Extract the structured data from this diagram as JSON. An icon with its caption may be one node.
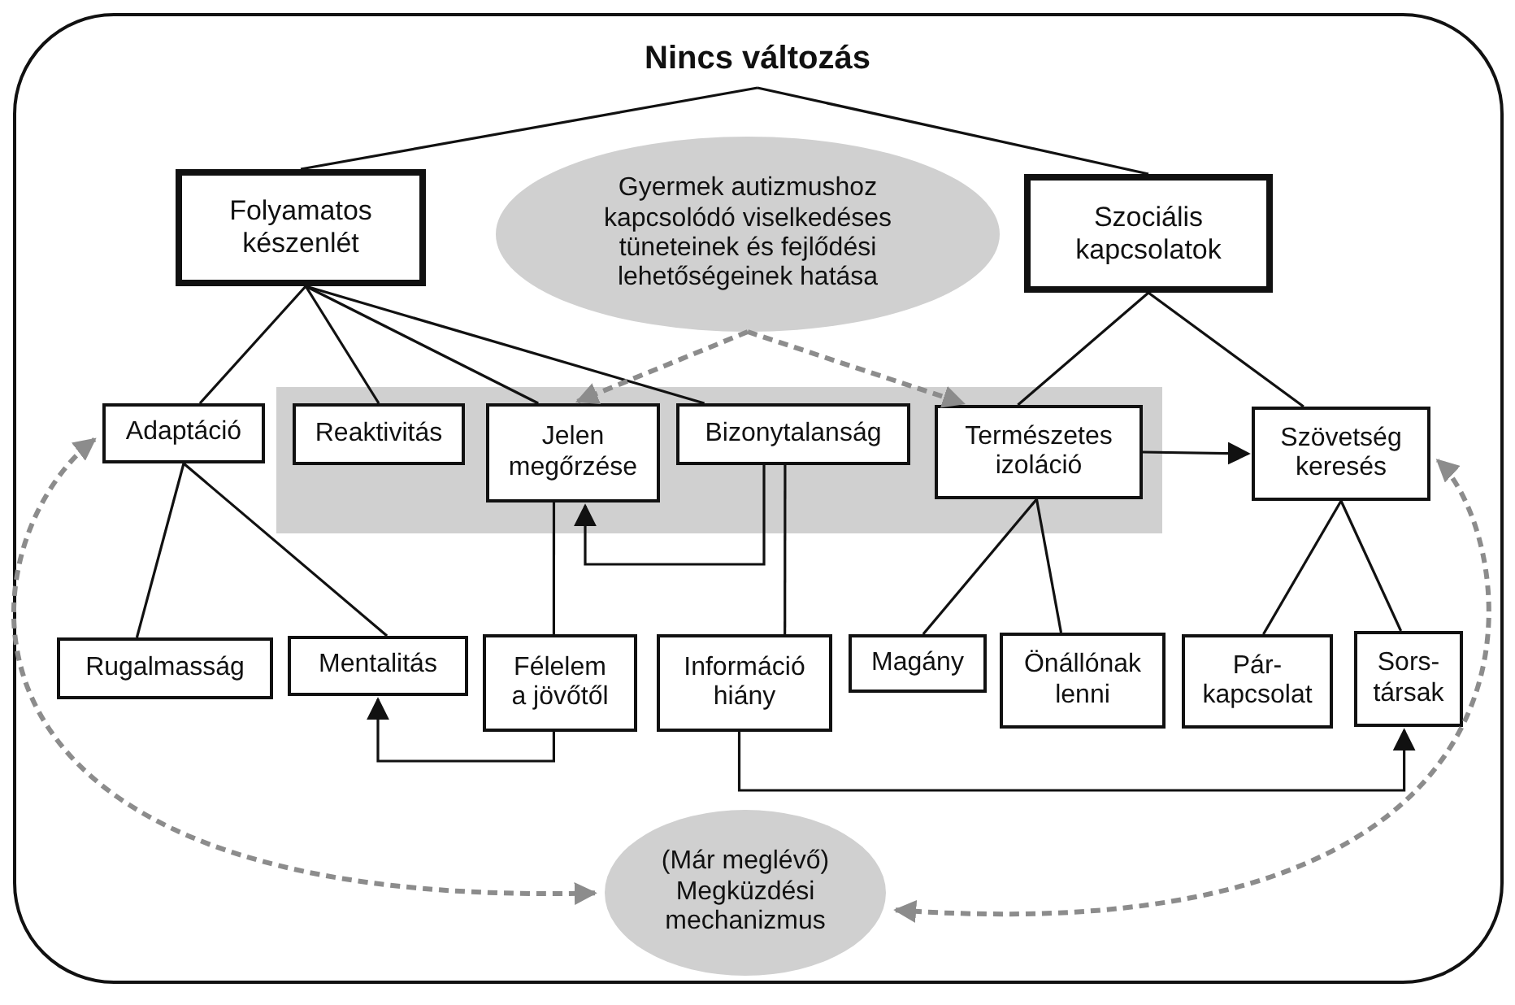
{
  "diagram": {
    "nodes": [
      {
        "text": [],
        "shape": "box"
      },
      {
        "text": [
          "Nincs változás"
        ],
        "in": 0
      },
      {
        "text": [
          "Folyamatos készenlét"
        ],
        "in": 0
      },
      {
        "text": [
          "Gyermek autizmushoz kapcsolódó viselkedéses tüneteinek és fejlődési lehetőségeinek hatása"
        ],
        "in": 0
      },
      {
        "text": [
          "Szociális kapcsolatok"
        ],
        "in": 0
      },
      {
        "text": [],
        "shape": "band",
        "in": 0
      },
      {
        "text": [
          "Adaptáció"
        ],
        "in": 0
      },
      {
        "text": [
          "Reaktivitás"
        ],
        "in": 5
      },
      {
        "text": [
          "Jelen megőrzése"
        ],
        "in": 5
      },
      {
        "text": [
          "Bizonytalanság"
        ],
        "in": 5
      },
      {
        "text": [
          "Természetes izoláció"
        ],
        "in": 5
      },
      {
        "text": [
          "Szövetség keresés"
        ],
        "in": 0
      },
      {
        "text": [
          "Rugalmasság"
        ],
        "in": 0
      },
      {
        "text": [
          "Mentalitás"
        ],
        "in": 0
      },
      {
        "text": [
          "Félelem a jövőtől"
        ],
        "in": 0
      },
      {
        "text": [
          "Információ hiány"
        ],
        "in": 0
      },
      {
        "text": [
          "Magány"
        ],
        "in": 0
      },
      {
        "text": [
          "Önállónak lenni"
        ],
        "in": 0
      },
      {
        "text": [
          "Pár-kapcsolat"
        ],
        "in": 0
      },
      {
        "text": [
          "Sors-társak"
        ],
        "in": 0
      },
      {
        "text": [
          "(Már meglévő) Megküzdési mechanizmus"
        ],
        "in": 0
      }
    ],
    "edges": [
      {
        "from": 1,
        "to": 2,
        "arrow": "none"
      },
      {
        "from": 1,
        "to": 4,
        "arrow": "none"
      },
      {
        "from": 2,
        "to": 6,
        "arrow": "none"
      },
      {
        "from": 2,
        "to": 7,
        "arrow": "none"
      },
      {
        "from": 2,
        "to": 8,
        "arrow": "none"
      },
      {
        "from": 2,
        "to": 9,
        "arrow": "none"
      },
      {
        "from": 4,
        "to": 10,
        "arrow": "none"
      },
      {
        "from": 4,
        "to": 11,
        "arrow": "none"
      },
      {
        "from": 3,
        "to": 8,
        "arrow": "to",
        "style": "dashed",
        "color": "#8c8c8c"
      },
      {
        "from": 3,
        "to": 10,
        "arrow": "to",
        "style": "dashed",
        "color": "#8c8c8c"
      },
      {
        "from": 10,
        "to": 11,
        "arrow": "to"
      },
      {
        "from": 6,
        "to": 12,
        "arrow": "none"
      },
      {
        "from": 6,
        "to": 13,
        "arrow": "none"
      },
      {
        "from": 9,
        "to": 8,
        "arrow": "to"
      },
      {
        "from": 9,
        "to": 15,
        "arrow": "none"
      },
      {
        "from": 14,
        "to": 8,
        "arrow": "none"
      },
      {
        "from": 14,
        "to": 13,
        "arrow": "to"
      },
      {
        "from": 10,
        "to": 16,
        "arrow": "none"
      },
      {
        "from": 10,
        "to": 17,
        "arrow": "none"
      },
      {
        "from": 11,
        "to": 18,
        "arrow": "none"
      },
      {
        "from": 11,
        "to": 19,
        "arrow": "none"
      },
      {
        "from": 15,
        "to": 19,
        "arrow": "to"
      },
      {
        "from": 20,
        "to": 6,
        "arrow": "both",
        "style": "dashed",
        "color": "#8c8c8c"
      },
      {
        "from": 20,
        "to": 11,
        "arrow": "both",
        "style": "dashed",
        "color": "#8c8c8c"
      }
    ]
  }
}
